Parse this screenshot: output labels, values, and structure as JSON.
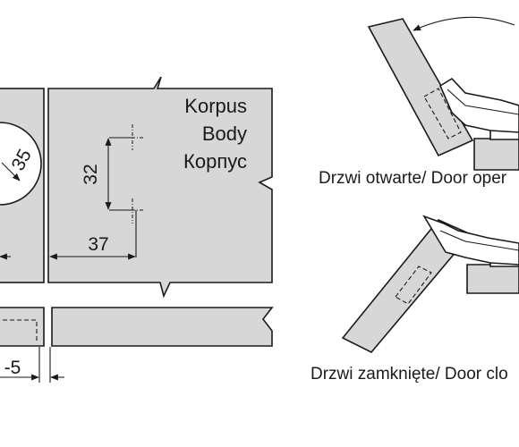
{
  "labels": {
    "body_pl": "Korpus",
    "body_en": "Body",
    "body_ru": "Корпус",
    "caption_open": "Drzwi otwarte/ Door oper",
    "caption_closed": "Drzwi zamknięte/ Door clo"
  },
  "dimensions": {
    "cup_diameter": "35",
    "hole_spacing": "32",
    "edge_distance": "37",
    "overlay": "-5"
  }
}
